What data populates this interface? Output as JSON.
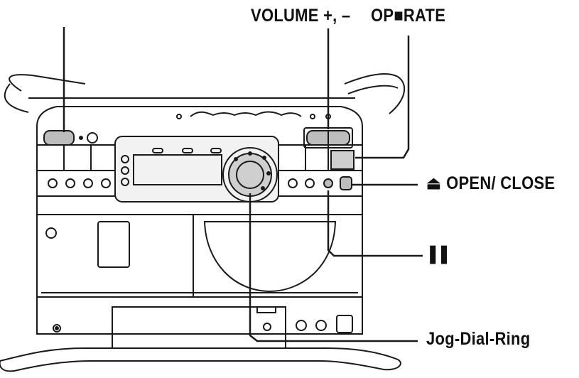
{
  "labels": {
    "volume": "VOLUME +, –",
    "operate": "OP■RATE",
    "open_close": "OPEN/ CLOSE",
    "pause": "",
    "jog": "Jog-Dial-Ring"
  },
  "icons": {
    "open_close_symbol": "⏏",
    "pause_symbol": "❚❚"
  },
  "colors": {
    "line": "#1a1a1a",
    "panel_fill": "#f2f2f2",
    "button_dark": "#bdbdbd",
    "highlight_fill": "#cfcfcf"
  }
}
